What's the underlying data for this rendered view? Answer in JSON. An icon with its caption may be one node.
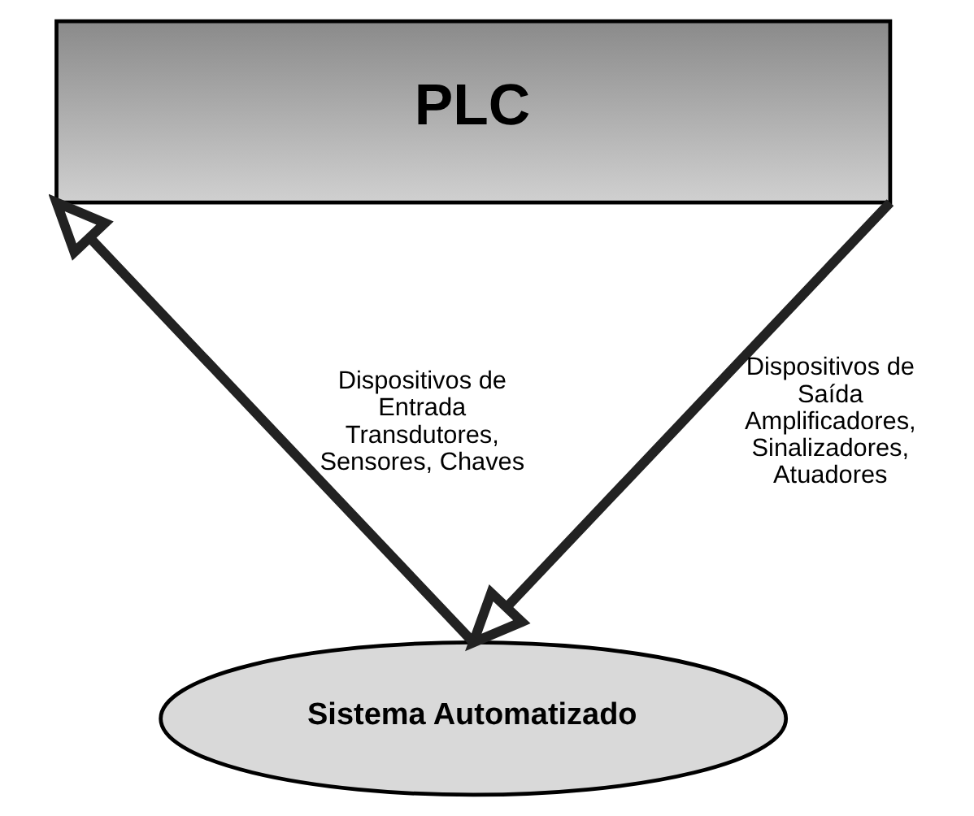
{
  "diagram": {
    "nodes": [
      {
        "text": [
          "PLC"
        ]
      },
      {
        "text": [
          "Sistema Automatizado"
        ]
      }
    ],
    "edges": [
      {
        "from": 1,
        "to": 0,
        "arrow": "to",
        "label": "Dispositivos de Entrada Transdutores, Sensores, Chaves"
      },
      {
        "from": 0,
        "to": 1,
        "arrow": "to",
        "label": "Dispositivos de Saída Amplificadores, Sinalizadores, Atuadores"
      }
    ]
  }
}
